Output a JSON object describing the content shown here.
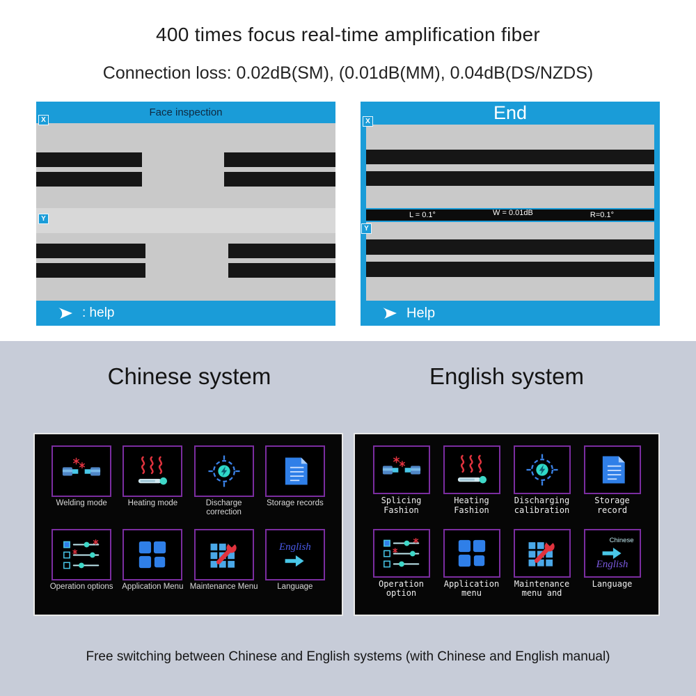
{
  "page": {
    "title": "400 times focus real-time amplification fiber",
    "subtitle": "Connection loss: 0.02dB(SM), (0.01dB(MM), 0.04dB(DS/NZDS)",
    "footer_note": "Free switching between Chinese and English systems (with Chinese and English manual)"
  },
  "colors": {
    "accent_blue": "#1a9cd8",
    "panel_gray": "#c9c9c9",
    "fiber_black": "#161616",
    "section_bg": "#c7ccd8",
    "tile_border_purple": "#7b2da0",
    "icon_cyan": "#3fd8c8",
    "icon_blue": "#2f7fe8",
    "icon_red": "#e03340"
  },
  "face_screen": {
    "title": "Face inspection",
    "axis_x": "X",
    "axis_y": "Y",
    "help_label": ": help"
  },
  "end_screen": {
    "title": "End",
    "axis_x": "X",
    "axis_y": "Y",
    "left_angle": "L = 0.1°",
    "width_loss": "W = 0.01dB",
    "right_angle": "R=0.1°",
    "help_label": "Help"
  },
  "systems": {
    "chinese_heading": "Chinese system",
    "english_heading": "English system",
    "chinese_menu": [
      {
        "label": "Welding mode",
        "icon": "welding-mode-icon"
      },
      {
        "label": "Heating mode",
        "icon": "heating-mode-icon"
      },
      {
        "label": "Discharge\ncorrection",
        "icon": "discharge-correction-icon"
      },
      {
        "label": "Storage records",
        "icon": "storage-records-icon"
      },
      {
        "label": "Operation options",
        "icon": "operation-options-icon"
      },
      {
        "label": "Application Menu",
        "icon": "application-menu-icon"
      },
      {
        "label": "Maintenance Menu",
        "icon": "maintenance-menu-icon"
      },
      {
        "label": "Language",
        "icon": "language-icon",
        "word_primary": "English"
      }
    ],
    "english_menu": [
      {
        "label": "Splicing\nFashion",
        "icon": "welding-mode-icon"
      },
      {
        "label": "Heating\nFashion",
        "icon": "heating-mode-icon"
      },
      {
        "label": "Discharging\ncalibration",
        "icon": "discharge-correction-icon"
      },
      {
        "label": "Storage\nrecord",
        "icon": "storage-records-icon"
      },
      {
        "label": "Operation\noption",
        "icon": "operation-options-icon"
      },
      {
        "label": "Application\nmenu",
        "icon": "application-menu-icon"
      },
      {
        "label": "Maintenance\nmenu and",
        "icon": "maintenance-menu-icon"
      },
      {
        "label": "Language",
        "icon": "language-icon",
        "word_small": "Chinese",
        "word_primary": "English"
      }
    ]
  }
}
